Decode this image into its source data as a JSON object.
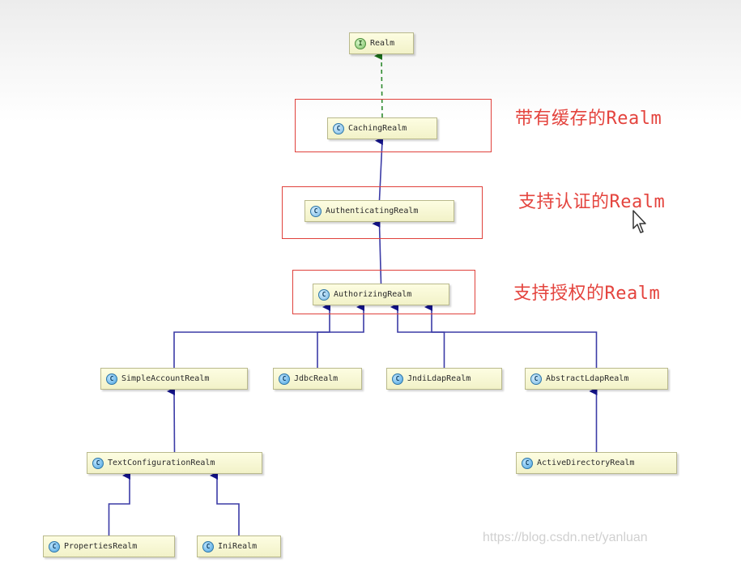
{
  "diagram": {
    "nodes": [
      {
        "id": "realm",
        "label": "Realm",
        "kind": "interface",
        "badge": "I"
      },
      {
        "id": "caching",
        "label": "CachingRealm",
        "kind": "abstract",
        "badge": "C"
      },
      {
        "id": "authenticating",
        "label": "AuthenticatingRealm",
        "kind": "abstract",
        "badge": "C"
      },
      {
        "id": "authorizing",
        "label": "AuthorizingRealm",
        "kind": "abstract",
        "badge": "C"
      },
      {
        "id": "simpleaccount",
        "label": "SimpleAccountRealm",
        "kind": "class",
        "badge": "C"
      },
      {
        "id": "jdbc",
        "label": "JdbcRealm",
        "kind": "class",
        "badge": "C"
      },
      {
        "id": "jndildap",
        "label": "JndiLdapRealm",
        "kind": "class",
        "badge": "C"
      },
      {
        "id": "abstractldap",
        "label": "AbstractLdapRealm",
        "kind": "abstract",
        "badge": "C"
      },
      {
        "id": "textconfig",
        "label": "TextConfigurationRealm",
        "kind": "class",
        "badge": "C"
      },
      {
        "id": "activedirectory",
        "label": "ActiveDirectoryRealm",
        "kind": "class",
        "badge": "C"
      },
      {
        "id": "properties",
        "label": "PropertiesRealm",
        "kind": "class",
        "badge": "C"
      },
      {
        "id": "ini",
        "label": "IniRealm",
        "kind": "class",
        "badge": "C"
      }
    ],
    "edges": [
      {
        "from": "caching",
        "to": "realm",
        "type": "implements"
      },
      {
        "from": "authenticating",
        "to": "caching",
        "type": "extends"
      },
      {
        "from": "authorizing",
        "to": "authenticating",
        "type": "extends"
      },
      {
        "from": "simpleaccount",
        "to": "authorizing",
        "type": "extends"
      },
      {
        "from": "jdbc",
        "to": "authorizing",
        "type": "extends"
      },
      {
        "from": "jndildap",
        "to": "authorizing",
        "type": "extends"
      },
      {
        "from": "abstractldap",
        "to": "authorizing",
        "type": "extends"
      },
      {
        "from": "textconfig",
        "to": "simpleaccount",
        "type": "extends"
      },
      {
        "from": "activedirectory",
        "to": "abstractldap",
        "type": "extends"
      },
      {
        "from": "properties",
        "to": "textconfig",
        "type": "extends"
      },
      {
        "from": "ini",
        "to": "textconfig",
        "type": "extends"
      }
    ],
    "annotations": {
      "caching": "带有缓存的Realm",
      "authenticating": "支持认证的Realm",
      "authorizing": "支持授权的Realm"
    }
  },
  "watermark": "https://blog.csdn.net/yanluan",
  "colors": {
    "extends_line": "#3b3ba6",
    "implements_line": "#2e8a2e",
    "highlight": "#e0413c",
    "annotation_text": "#e4443e"
  }
}
